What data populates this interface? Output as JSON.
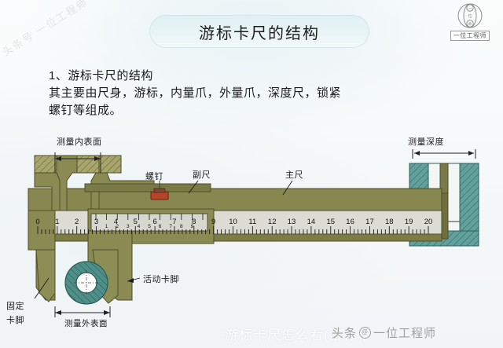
{
  "slide": {
    "title": "游标卡尺的结构",
    "heading": "1、游标卡尺的结构",
    "paragraph_line1": "其主要由尺身，游标，内量爪，外量爪，深度尺，锁紧",
    "paragraph_line2": "螺钉等组成。"
  },
  "logo": {
    "name": "一位工程师",
    "mark_icon": "circle-person-logo-icon",
    "mark_top_char": "一",
    "mark_mid_char": "位",
    "mark_bottom_char": "师"
  },
  "diagram": {
    "labels": {
      "inner_surface": "测量内表面",
      "screw": "螺钉",
      "vernier_scale": "副尺",
      "main_scale": "主尺",
      "depth": "测量深度",
      "movable_jaw": "活动卡脚",
      "fixed_jaw_line1": "固定",
      "fixed_jaw_line2": "卡脚",
      "outer_surface": "测量外表面"
    },
    "main_scale_ticks": [
      "0",
      "1",
      "2",
      "3",
      "4",
      "5",
      "6",
      "7",
      "8",
      "9",
      "10",
      "11",
      "12",
      "13",
      "14",
      "15",
      "16",
      "17",
      "18",
      "19",
      "20"
    ],
    "vernier_ticks": [
      "1",
      "2",
      "3",
      "4",
      "5",
      "6",
      "7",
      "8",
      "9"
    ],
    "colors": {
      "body_olive": "#8a8a52",
      "body_olive_dark": "#6f6f3f",
      "hatch_olive": "#a3a169",
      "scale_face": "#d9dad2",
      "depth_block_teal": "#4a8f8a",
      "depth_block_light": "#eef3f2",
      "screw_red": "#b5442a",
      "jaw_teal": "#5e9e9a"
    }
  },
  "watermarks": {
    "diagonal": "头条号 一位工程师",
    "bottom_caption": "游标卡尺怎么看(游标卡",
    "bottom_overlay_prefix": "头条",
    "bottom_overlay_suffix": "一位工程师"
  }
}
